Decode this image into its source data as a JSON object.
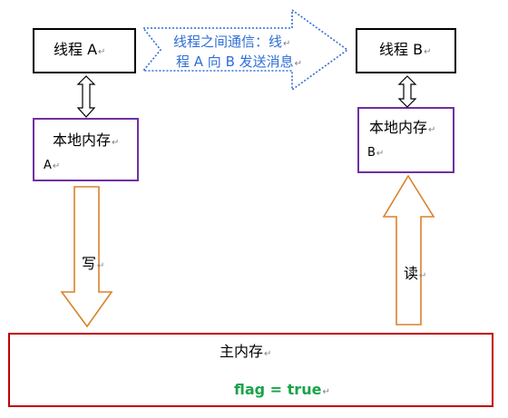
{
  "thread_a": {
    "title": "线程 A",
    "mark": "↵"
  },
  "thread_b": {
    "title": "线程 B",
    "mark": "↵"
  },
  "local_a": {
    "line1": "本地内存",
    "line2": "A",
    "mark1": "↵",
    "mark2": "↵"
  },
  "local_b": {
    "line1": "本地内存",
    "line2": "B",
    "mark1": "↵",
    "mark2": "↵"
  },
  "message_arrow": {
    "line1": "线程之间通信：线",
    "line2": "程 A 向 B 发送消息",
    "mark1": "↵",
    "mark2": "↵"
  },
  "write_label": {
    "text": "写",
    "mark": "↵"
  },
  "read_label": {
    "text": "读",
    "mark": "↵"
  },
  "main_memory": {
    "title": "主内存",
    "flag": "flag = true",
    "mark1": "↵",
    "mark2": "↵"
  },
  "colors": {
    "thread_border": "#000000",
    "local_border": "#7030a0",
    "main_border": "#c00000",
    "arrow_outline": "#d9822b",
    "message_outline": "#2f6ed7",
    "flag_text": "#19a34a"
  }
}
